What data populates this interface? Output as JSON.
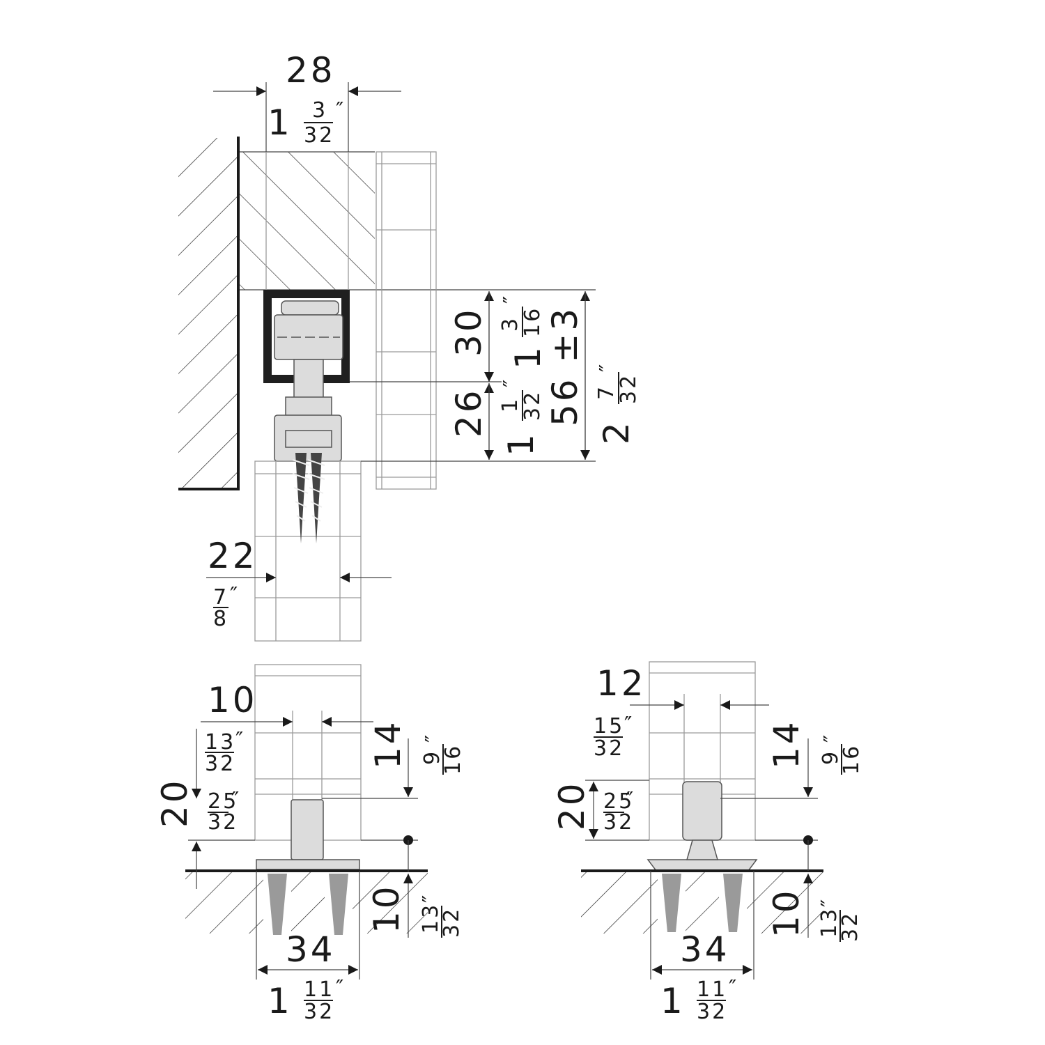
{
  "top_view": {
    "width_mm": "28",
    "width_in_whole": "1",
    "width_in_num": "3",
    "width_in_den": "32",
    "track_mm": "30",
    "track_in_whole": "1",
    "track_in_num": "3",
    "track_in_den": "16",
    "gap_mm": "26",
    "gap_in_whole": "1",
    "gap_in_num": "1",
    "gap_in_den": "32",
    "total_mm": "56 ±3",
    "total_in_whole": "2",
    "total_in_num": "7",
    "total_in_den": "32",
    "door_mm": "22",
    "door_in_num": "7",
    "door_in_den": "8",
    "inch_mark": "″"
  },
  "guide_left": {
    "slot_mm": "10",
    "slot_in_num": "13",
    "slot_in_den": "32",
    "height_mm": "20",
    "height_in_num": "25",
    "height_in_den": "32",
    "engage_mm": "14",
    "engage_in_num": "9",
    "engage_in_den": "16",
    "depth_mm": "10",
    "depth_in_num": "13",
    "depth_in_den": "32",
    "base_mm": "34",
    "base_in_whole": "1",
    "base_in_num": "11",
    "base_in_den": "32"
  },
  "guide_right": {
    "slot_mm": "12",
    "slot_in_num": "15",
    "slot_in_den": "32",
    "height_mm": "20",
    "height_in_num": "25",
    "height_in_den": "32",
    "engage_mm": "14",
    "engage_in_num": "9",
    "engage_in_den": "16",
    "depth_mm": "10",
    "depth_in_num": "13",
    "depth_in_den": "32",
    "base_mm": "34",
    "base_in_whole": "1",
    "base_in_num": "11",
    "base_in_den": "32"
  }
}
